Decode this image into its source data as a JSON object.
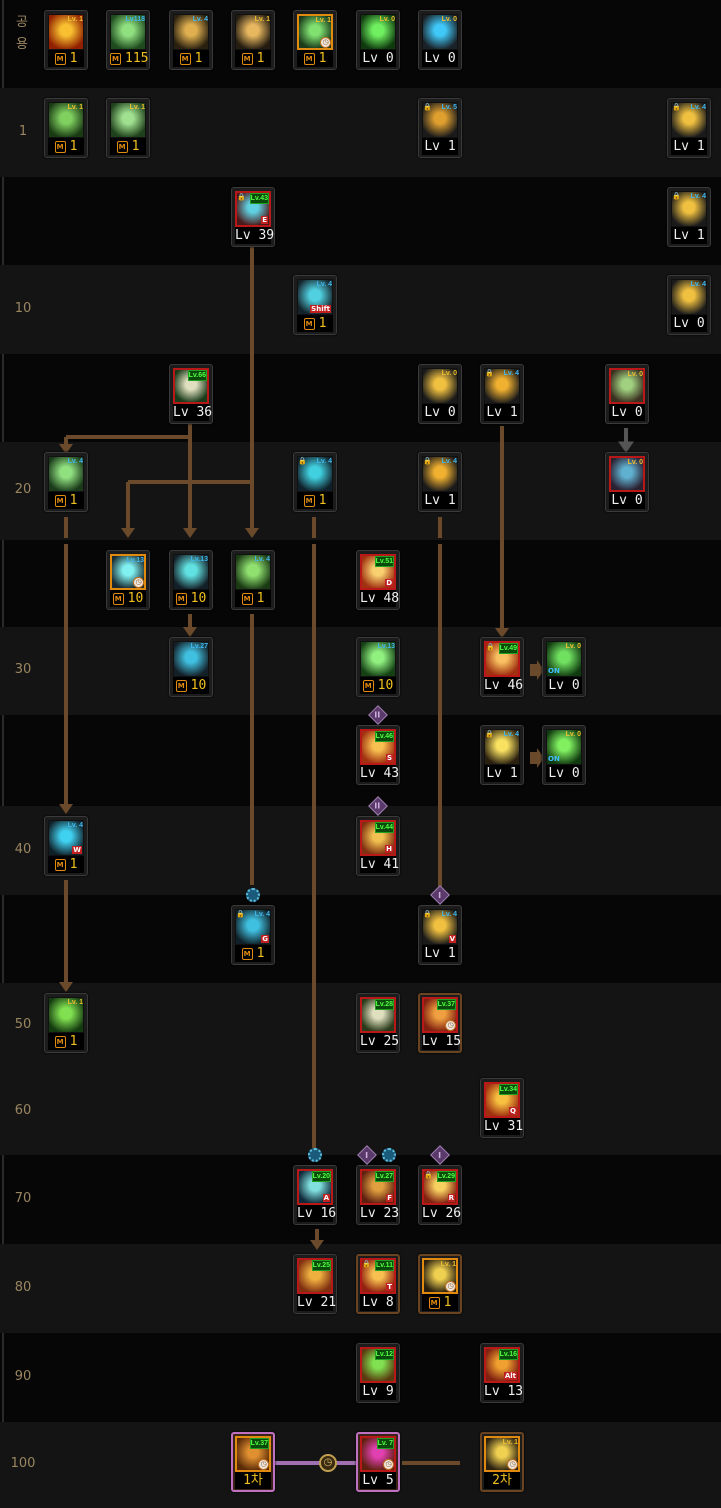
{
  "colors": {
    "link": "#6a4a2a",
    "accent_gold": "#f0c020",
    "awakening_red": "#b81818",
    "row_shade": "#141414"
  },
  "rows": [
    {
      "label": "공용",
      "skills": [
        {
          "badge": "Lv. 1",
          "badge_color": "gold",
          "bottom": "1",
          "m": true,
          "icon": [
            "#f8c030",
            "#902000"
          ]
        },
        {
          "badge": "Lv118",
          "badge_color": "blue",
          "bottom": "115",
          "m": true,
          "icon": [
            "#90e080",
            "#1e4a1e"
          ]
        },
        {
          "badge": "Lv. 4",
          "badge_color": "blue",
          "bottom": "1",
          "m": true,
          "icon": [
            "#e0b050",
            "#2a2010"
          ]
        },
        {
          "badge": "Lv. 1",
          "badge_color": "gold",
          "bottom": "1",
          "m": true,
          "icon": [
            "#e8b860",
            "#241c10"
          ]
        },
        {
          "badge": "Lv. 1",
          "badge_color": "gold",
          "bottom": "1",
          "m": true,
          "frame": "orange",
          "clock": true,
          "icon": [
            "#80e070",
            "#1a3a1a"
          ]
        },
        {
          "badge": "Lv. 0",
          "badge_color": "gold",
          "bottom": "Lv 0",
          "icon": [
            "#70f060",
            "#0e3a0e"
          ]
        },
        {
          "badge": "Lv. 0",
          "badge_color": "gold",
          "bottom": "Lv 0",
          "icon": [
            "#40c8f8",
            "#1a2228"
          ]
        }
      ]
    },
    {
      "label": "1",
      "skills": [
        {
          "badge": "Lv. 1",
          "badge_color": "gold",
          "bottom": "1",
          "m": true,
          "icon": [
            "#80d060",
            "#1a3a14"
          ]
        },
        {
          "badge": "Lv. 1",
          "badge_color": "gold",
          "bottom": "1",
          "m": true,
          "icon": [
            "#a0e090",
            "#1e401a"
          ]
        },
        {
          "badge": "Lv. 5",
          "badge_color": "blue",
          "lock": true,
          "bottom": "Lv 1",
          "icon": [
            "#e0a030",
            "#1a1a1a"
          ]
        },
        {
          "badge": "Lv. 4",
          "badge_color": "blue",
          "lock": true,
          "bottom": "Lv 1",
          "icon": [
            "#f0c040",
            "#1a1a1a"
          ]
        }
      ]
    },
    {
      "label": "",
      "skills": [
        {
          "badge": "Lv.43",
          "badge_color": "green",
          "lock": true,
          "key": "E",
          "frame": "red",
          "bottom": "Lv 39",
          "icon": [
            "#60d0e0",
            "#4a1a1a"
          ]
        },
        {
          "badge": "Lv. 4",
          "badge_color": "blue",
          "lock": true,
          "bottom": "Lv 1",
          "icon": [
            "#f0c040",
            "#1a1a1a"
          ]
        }
      ]
    },
    {
      "label": "10",
      "skills": [
        {
          "badge": "Lv. 4",
          "badge_color": "blue",
          "key": "Shift",
          "bottom": "1",
          "m": true,
          "icon": [
            "#50d0e0",
            "#14222a"
          ]
        },
        {
          "badge": "Lv. 4",
          "badge_color": "blue",
          "bottom": "Lv 0",
          "icon": [
            "#f0c040",
            "#1a1a1a"
          ]
        }
      ]
    },
    {
      "label": "",
      "skills": [
        {
          "badge": "Lv.66",
          "badge_color": "green",
          "frame": "red",
          "bottom": "Lv 36",
          "icon": [
            "#e0e0c0",
            "#1a3a1a"
          ]
        },
        {
          "badge": "Lv. 0",
          "badge_color": "gold",
          "bottom": "Lv 0",
          "icon": [
            "#f0c040",
            "#1a1a1a"
          ]
        },
        {
          "badge": "Lv. 4",
          "badge_color": "blue",
          "lock": true,
          "bottom": "Lv 1",
          "icon": [
            "#f0b030",
            "#1a1a1a"
          ]
        },
        {
          "badge": "Lv. 0",
          "badge_color": "gold",
          "frame": "red",
          "bottom": "Lv 0",
          "icon": [
            "#a0d080",
            "#3a3020"
          ]
        }
      ]
    },
    {
      "label": "20",
      "skills": [
        {
          "badge": "Lv. 4",
          "badge_color": "blue",
          "bottom": "1",
          "m": true,
          "icon": [
            "#90e080",
            "#1a3a1a"
          ]
        },
        {
          "badge": "Lv. 4",
          "badge_color": "blue",
          "lock": true,
          "bottom": "1",
          "m": true,
          "icon": [
            "#40d0e0",
            "#10202a"
          ]
        },
        {
          "badge": "Lv. 4",
          "badge_color": "blue",
          "lock": true,
          "bottom": "Lv 1",
          "icon": [
            "#f0b030",
            "#1a1a1a"
          ]
        },
        {
          "badge": "Lv. 0",
          "badge_color": "gold",
          "frame": "red",
          "bottom": "Lv 0",
          "icon": [
            "#60b0d0",
            "#2a2030"
          ]
        }
      ]
    },
    {
      "label": "",
      "skills": [
        {
          "badge": "Lv.13",
          "badge_color": "blue",
          "frame": "orange",
          "clock": true,
          "bottom": "10",
          "m": true,
          "icon": [
            "#80f0f0",
            "#1a2a30"
          ]
        },
        {
          "badge": "Lv.13",
          "badge_color": "blue",
          "bottom": "10",
          "m": true,
          "icon": [
            "#60e0e0",
            "#142028"
          ]
        },
        {
          "badge": "Lv. 4",
          "badge_color": "blue",
          "bottom": "1",
          "m": true,
          "icon": [
            "#90e070",
            "#1a3a14"
          ]
        },
        {
          "badge": "Lv.51",
          "badge_color": "green",
          "key": "D",
          "frame": "red",
          "bottom": "Lv 48",
          "icon": [
            "#f8d070",
            "#a03010"
          ]
        }
      ]
    },
    {
      "label": "30",
      "skills": [
        {
          "badge": "Lv.27",
          "badge_color": "blue",
          "bottom": "10",
          "m": true,
          "icon": [
            "#40c0e0",
            "#142028"
          ]
        },
        {
          "badge": "Lv.13",
          "badge_color": "blue",
          "bottom": "10",
          "m": true,
          "icon": [
            "#90f080",
            "#144014"
          ]
        },
        {
          "badge": "Lv.49",
          "badge_color": "green",
          "lock": true,
          "frame": "red",
          "bottom": "Lv 46",
          "icon": [
            "#f8c060",
            "#a03010"
          ]
        },
        {
          "badge": "Lv. 0",
          "badge_color": "gold",
          "on": "ON",
          "bottom": "Lv 0",
          "icon": [
            "#70e060",
            "#103a10"
          ]
        }
      ]
    },
    {
      "label": "",
      "skills": [
        {
          "badge": "Lv.46",
          "badge_color": "green",
          "key": "S",
          "frame": "red",
          "bottom": "Lv 43",
          "marks": [
            "II"
          ],
          "icon": [
            "#f8c050",
            "#a03010"
          ]
        },
        {
          "badge": "Lv. 4",
          "badge_color": "blue",
          "lock": true,
          "bottom": "Lv 1",
          "icon": [
            "#f8e060",
            "#2a2010"
          ]
        },
        {
          "badge": "Lv. 0",
          "badge_color": "gold",
          "on": "ON",
          "bottom": "Lv 0",
          "icon": [
            "#80f060",
            "#103a10"
          ]
        }
      ]
    },
    {
      "label": "40",
      "skills": [
        {
          "badge": "Lv. 4",
          "badge_color": "blue",
          "key": "W",
          "bottom": "1",
          "m": true,
          "icon": [
            "#40d0f0",
            "#102028"
          ]
        },
        {
          "badge": "Lv.44",
          "badge_color": "green",
          "key": "H",
          "frame": "red",
          "bottom": "Lv 41",
          "marks": [
            "II"
          ],
          "icon": [
            "#f0c050",
            "#803010"
          ]
        }
      ]
    },
    {
      "label": "",
      "skills": [
        {
          "badge": "Lv. 4",
          "badge_color": "blue",
          "lock": true,
          "key": "G",
          "bottom": "1",
          "m": true,
          "marks": [
            "gear"
          ],
          "icon": [
            "#40c0e0",
            "#102028"
          ]
        },
        {
          "badge": "Lv. 4",
          "badge_color": "blue",
          "lock": true,
          "key": "V",
          "bottom": "Lv 1",
          "marks": [
            "I"
          ],
          "icon": [
            "#f0c040",
            "#1a1a1a"
          ]
        }
      ]
    },
    {
      "label": "50",
      "skills": [
        {
          "badge": "Lv. 1",
          "badge_color": "gold",
          "bottom": "1",
          "m": true,
          "icon": [
            "#80e050",
            "#143a10"
          ]
        },
        {
          "badge": "Lv.28",
          "badge_color": "green",
          "frame": "red",
          "bottom": "Lv 25",
          "icon": [
            "#e0e0c0",
            "#2a3a1a"
          ]
        },
        {
          "badge": "Lv.37",
          "badge_color": "green",
          "frame": "red",
          "outer": "brown",
          "clock": true,
          "bottom": "Lv 15",
          "icon": [
            "#f0a040",
            "#802010"
          ]
        }
      ]
    },
    {
      "label": "60",
      "skills": [
        {
          "badge": "Lv.34",
          "badge_color": "green",
          "key": "Q",
          "frame": "red",
          "bottom": "Lv 31",
          "icon": [
            "#f8c040",
            "#a03010"
          ]
        }
      ]
    },
    {
      "label": "70",
      "skills": [
        {
          "badge": "Lv.20",
          "badge_color": "green",
          "key": "A",
          "frame": "red",
          "bottom": "Lv 16",
          "marks": [
            "gear"
          ],
          "icon": [
            "#80e0e0",
            "#102a3a"
          ]
        },
        {
          "badge": "Lv.27",
          "badge_color": "green",
          "key": "F",
          "frame": "red",
          "bottom": "Lv 23",
          "marks": [
            "I",
            "gear"
          ],
          "icon": [
            "#e0a040",
            "#602010"
          ]
        },
        {
          "badge": "Lv.29",
          "badge_color": "green",
          "lock": true,
          "key": "R",
          "frame": "red",
          "bottom": "Lv 26",
          "marks": [
            "I"
          ],
          "icon": [
            "#f8d060",
            "#802010"
          ]
        }
      ]
    },
    {
      "label": "80",
      "skills": [
        {
          "badge": "Lv.25",
          "badge_color": "green",
          "frame": "red",
          "bottom": "Lv 21",
          "icon": [
            "#f0b040",
            "#803010"
          ]
        },
        {
          "badge": "Lv.11",
          "badge_color": "green",
          "lock": true,
          "key": "T",
          "frame": "red",
          "outer": "brown",
          "bottom": "Lv 8",
          "icon": [
            "#f8c050",
            "#902010"
          ]
        },
        {
          "badge": "Lv. 1",
          "badge_color": "gold",
          "frame": "orange",
          "outer": "brown",
          "clock": true,
          "bottom": "1",
          "m": true,
          "icon": [
            "#f0d050",
            "#2a2010"
          ]
        }
      ]
    },
    {
      "label": "90",
      "skills": [
        {
          "badge": "Lv.12",
          "badge_color": "green",
          "frame": "red",
          "bottom": "Lv 9",
          "icon": [
            "#80e050",
            "#5a3a10"
          ]
        },
        {
          "badge": "Lv.16",
          "badge_color": "green",
          "key": "Alt",
          "frame": "red",
          "bottom": "Lv 13",
          "icon": [
            "#f0a030",
            "#802010"
          ]
        }
      ]
    },
    {
      "label": "100",
      "skills": [
        {
          "badge": "Lv.37",
          "badge_color": "green",
          "frame": "orange",
          "outer": "pink",
          "clock": true,
          "bottom": "1차",
          "gold_bottom": true,
          "icon": [
            "#e09030",
            "#5a2a08"
          ]
        },
        {
          "badge": "Lv. 7",
          "badge_color": "green",
          "frame": "red",
          "outer": "pink",
          "clock": true,
          "bottom": "Lv 5",
          "icon": [
            "#e040b0",
            "#602010"
          ]
        },
        {
          "badge": "Lv. 1",
          "badge_color": "gold",
          "frame": "orange",
          "outer": "brown",
          "clock": true,
          "bottom": "2차",
          "gold_bottom": true,
          "icon": [
            "#f0d050",
            "#2a2010"
          ]
        }
      ]
    }
  ]
}
